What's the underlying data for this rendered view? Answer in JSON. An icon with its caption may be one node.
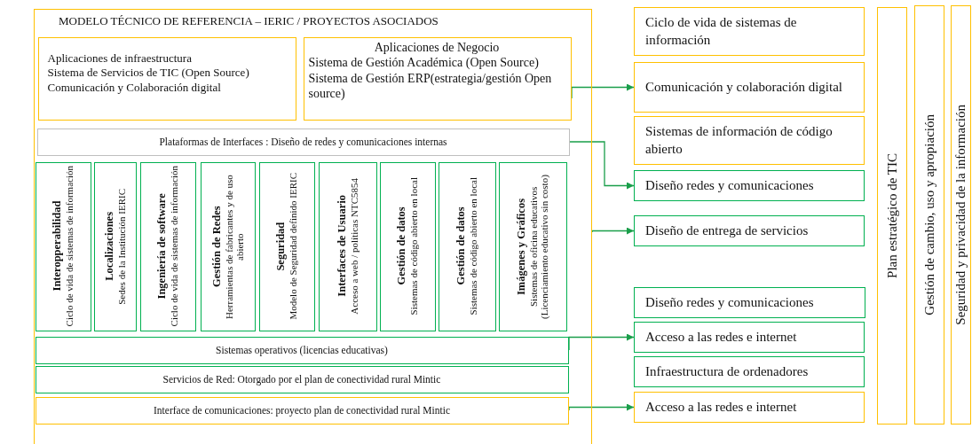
{
  "diagram": {
    "nodes": [
      {
        "text": [
          "MODELO TÉCNICO DE REFERENCIA – IERIC / PROYECTOS ASOCIADOS"
        ]
      },
      {
        "text": [
          "Aplicaciones de infraestructura",
          "Sistema de Servicios de TIC (Open Source)",
          "Comunicación y Colaboración digital"
        ],
        "in": 0
      },
      {
        "text": [
          "Aplicaciones de Negocio",
          "Sistema de Gestión Académica (Open Source)",
          "Sistema de Gestión ERP(estrategia/gestión Open source)"
        ],
        "in": 0
      },
      {
        "text": [
          "Plataformas de Interfaces : Diseño de redes y comunicaciones internas"
        ],
        "in": 0
      },
      {
        "text": [
          "Interopperabilidad",
          "Ciclo de vida de sistemas de información"
        ],
        "in": 0
      },
      {
        "text": [
          "Localizaciones",
          "Sedes de la Institución IERIC"
        ],
        "in": 0
      },
      {
        "text": [
          "Ingeniería de software",
          "Ciclo de vida de sistemas de información"
        ],
        "in": 0
      },
      {
        "text": [
          "Gestión de Redes",
          "Herramientas de fabricantes y de uso abierto"
        ],
        "in": 0
      },
      {
        "text": [
          "Seguridad",
          "Modelo de Seguridad definido IERIC"
        ],
        "in": 0
      },
      {
        "text": [
          "Interfaces de Usuario",
          "Acceso a web / políticas NTC5854"
        ],
        "in": 0
      },
      {
        "text": [
          "Gestión de datos",
          "Sistemas de código abierto en local"
        ],
        "in": 0
      },
      {
        "text": [
          "Gestión de datos",
          "Sistemas de código abierto en local"
        ],
        "in": 0
      },
      {
        "text": [
          "Imágenes y Gráficos",
          "Sistemas de oficina educativos (Licenciamiento educativo sin costo)"
        ],
        "in": 0
      },
      {
        "text": [
          "Sistemas operativos (licencias educativas)"
        ],
        "in": 0
      },
      {
        "text": [
          "Servicios de Red: Otorgado por el plan de conectividad rural Mintic"
        ],
        "in": 0
      },
      {
        "text": [
          "Interface de comunicaciones: proyecto plan de conectividad rural Mintic"
        ],
        "in": 0
      },
      {
        "text": [
          "Ciclo de vida de sistemas de información"
        ]
      },
      {
        "text": [
          "Comunicación y colaboración digital"
        ]
      },
      {
        "text": [
          "Sistemas de información de código abierto"
        ]
      },
      {
        "text": [
          "Diseño redes y comunicaciones"
        ]
      },
      {
        "text": [
          "Diseño de entrega de servicios"
        ]
      },
      {
        "text": [
          "Diseño redes y comunicaciones"
        ]
      },
      {
        "text": [
          "Acceso a las redes e internet"
        ]
      },
      {
        "text": [
          "Infraestructura de ordenadores"
        ]
      },
      {
        "text": [
          "Acceso a las redes e internet"
        ]
      },
      {
        "text": [
          "Plan estratégico de TIC"
        ]
      },
      {
        "text": [
          "Gestión de cambio, uso y apropiación"
        ]
      },
      {
        "text": [
          "Seguridad y privacidad de la información"
        ]
      }
    ],
    "edges": [
      {
        "from": 2,
        "to": 17,
        "arrow": "to"
      },
      {
        "from": 3,
        "to": 19,
        "arrow": "to"
      },
      {
        "from": 0,
        "to": 20,
        "arrow": "to"
      },
      {
        "from": 13,
        "to": 22,
        "arrow": "to"
      },
      {
        "from": 15,
        "to": 24,
        "arrow": "to"
      }
    ]
  }
}
